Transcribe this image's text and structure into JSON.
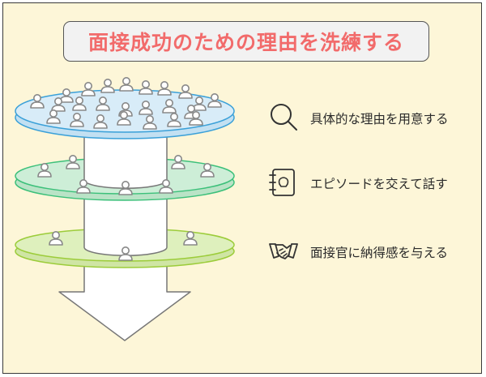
{
  "title": "面接成功のための理由を洗練する",
  "items": [
    {
      "label": "具体的な理由を用意する",
      "icon": "magnifier-icon"
    },
    {
      "label": "エピソードを交えて話す",
      "icon": "notebook-icon"
    },
    {
      "label": "面接官に納得感を与える",
      "icon": "handshake-icon"
    }
  ],
  "colors": {
    "background": "#fdf6d8",
    "title_text": "#f26b6b",
    "layer_top_fill": "#d8ecf8",
    "layer_top_stroke": "#3aa0d8",
    "layer_middle_fill": "#cdeed7",
    "layer_middle_stroke": "#3cc07a",
    "layer_bottom_fill": "#def0bd",
    "layer_bottom_stroke": "#9ccc3a",
    "cylinder_fill": "#ffffff",
    "arrow_fill": "#ffffff",
    "person_stroke": "#888888"
  }
}
